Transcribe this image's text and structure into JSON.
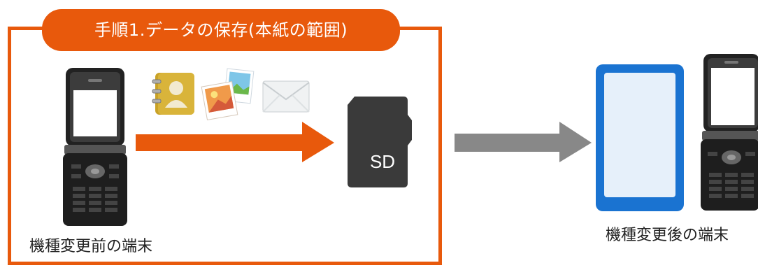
{
  "step_title": "手順1.データの保存(本紙の範囲)",
  "sd_card_label": "SD",
  "old_device_label": "機種変更前の端末",
  "new_device_label": "機種変更後の端末",
  "colors": {
    "accent": "#e8590c",
    "arrow_gray": "#888888",
    "sd_card": "#3a3a3a",
    "smartphone_blue": "#1a73d1",
    "smartphone_screen": "#e6f0fa"
  },
  "icons": [
    "address-book-icon",
    "photos-icon",
    "mail-icon"
  ]
}
